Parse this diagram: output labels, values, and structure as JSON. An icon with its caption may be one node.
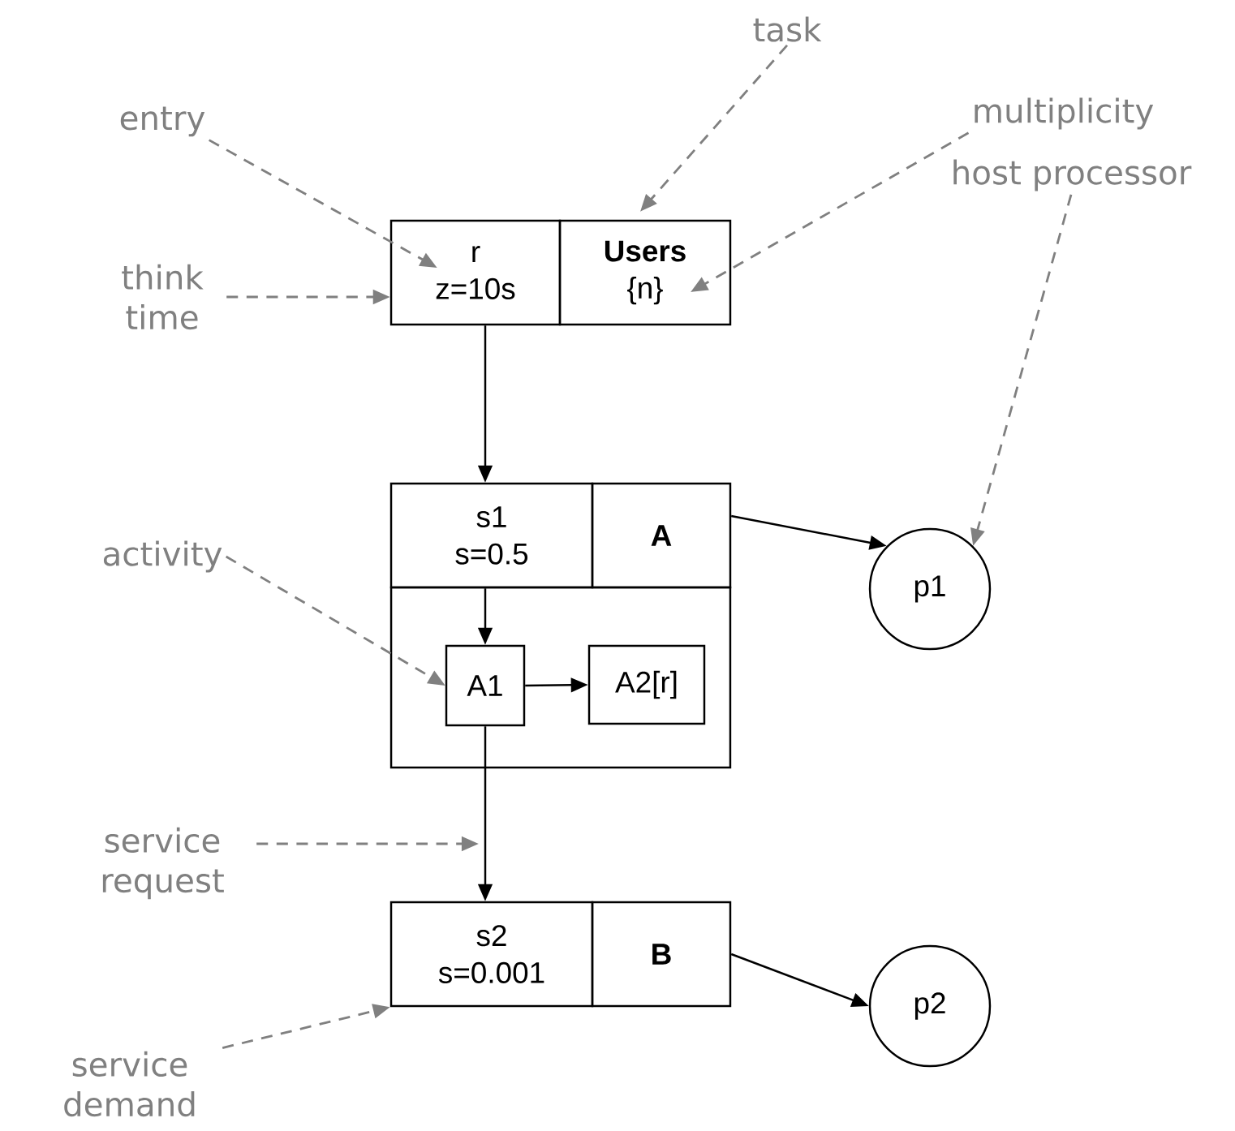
{
  "diagram": {
    "nodes": [
      {
        "text": [
          "r",
          "z=10s"
        ]
      },
      {
        "text": [
          "Users",
          "{n}"
        ]
      },
      {
        "text": [
          "s1",
          "s=0.5"
        ]
      },
      {
        "text": [
          "A"
        ]
      },
      {
        "text": [],
        "shape": "box"
      },
      {
        "text": [
          "A1"
        ],
        "in": 4
      },
      {
        "text": [
          "A2[r]"
        ],
        "in": 4
      },
      {
        "text": [
          "s2",
          "s=0.001"
        ]
      },
      {
        "text": [
          "B"
        ]
      },
      {
        "text": [
          "p1"
        ]
      },
      {
        "text": [
          "p2"
        ]
      },
      {
        "text": [
          "task"
        ]
      },
      {
        "text": [
          "entry"
        ]
      },
      {
        "text": [
          "multiplicity"
        ]
      },
      {
        "text": [
          "think time"
        ]
      },
      {
        "text": [
          "host processor"
        ]
      },
      {
        "text": [
          "activity"
        ]
      },
      {
        "text": [
          "service request"
        ]
      },
      {
        "text": [
          "service demand"
        ]
      }
    ],
    "edges": [
      {
        "from": 0,
        "to": 2,
        "arrow": "to",
        "color": "#000000"
      },
      {
        "from": 2,
        "to": 5,
        "arrow": "to",
        "color": "#000000"
      },
      {
        "from": 5,
        "to": 6,
        "arrow": "to",
        "color": "#000000"
      },
      {
        "from": 5,
        "to": 7,
        "arrow": "to",
        "color": "#000000"
      },
      {
        "from": 3,
        "to": 9,
        "arrow": "to",
        "color": "#000000"
      },
      {
        "from": 8,
        "to": 10,
        "arrow": "to",
        "color": "#000000"
      },
      {
        "from": 11,
        "to": 1,
        "arrow": "to",
        "style": "dashed",
        "color": "#808080"
      },
      {
        "from": 12,
        "to": 0,
        "arrow": "to",
        "style": "dashed",
        "color": "#808080"
      },
      {
        "from": 13,
        "to": 1,
        "arrow": "to",
        "style": "dashed",
        "color": "#808080"
      },
      {
        "from": 14,
        "to": 0,
        "arrow": "to",
        "style": "dashed",
        "color": "#808080"
      },
      {
        "from": 15,
        "to": 9,
        "arrow": "to",
        "style": "dashed",
        "color": "#808080"
      },
      {
        "from": 16,
        "to": 5,
        "arrow": "to",
        "style": "dashed",
        "color": "#808080"
      },
      {
        "from": 17,
        "to": null,
        "arrow": "to",
        "style": "dashed",
        "color": "#808080"
      },
      {
        "from": 18,
        "to": 7,
        "arrow": "to",
        "style": "dashed",
        "color": "#808080"
      }
    ]
  }
}
